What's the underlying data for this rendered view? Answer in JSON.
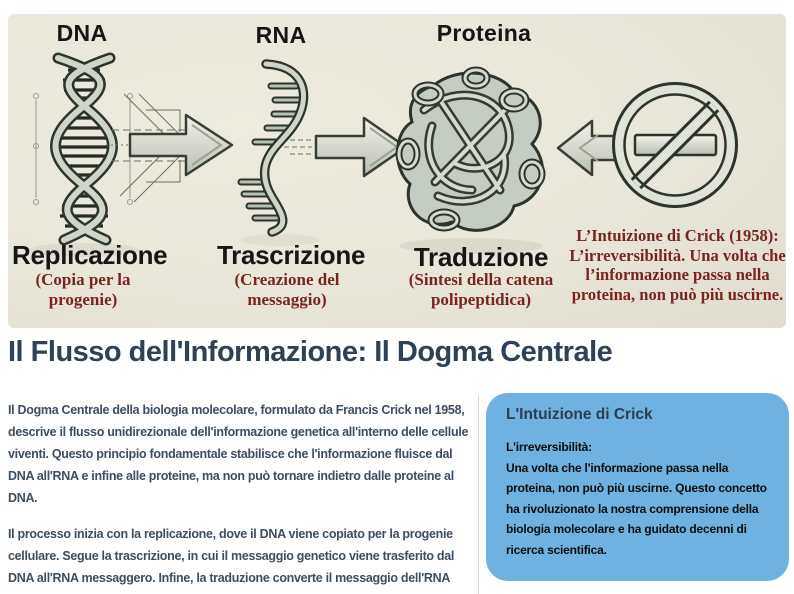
{
  "figure": {
    "molecules": [
      "DNA",
      "RNA",
      "Proteina"
    ],
    "processes": [
      {
        "name": "Replicazione",
        "detail": "(Copia per la progenie)"
      },
      {
        "name": "Trascrizione",
        "detail": "(Creazione del messaggio)"
      },
      {
        "name": "Traduzione",
        "detail": "(Sintesi della catena polipeptidica)"
      }
    ],
    "note": "L’Intuizione di Crick (1958): L’irreversibilità. Una volta che l’informazione passa nella proteina, non può più uscirne."
  },
  "heading": "Il Flusso dell'Informazione: Il Dogma Centrale",
  "paragraphs": [
    "Il Dogma Centrale della biologia molecolare, formulato da Francis Crick nel 1958, descrive il flusso unidirezionale dell'informazione genetica all'interno delle cellule viventi. Questo principio fondamentale stabilisce che l'informazione fluisce dal DNA all'RNA e infine alle proteine, ma non può tornare indietro dalle proteine al DNA.",
    "Il processo inizia con la replicazione, dove il DNA viene copiato per la progenie cellulare. Segue la trascrizione, in cui il messaggio genetico viene trasferito dal DNA all'RNA messaggero. Infine, la traduzione converte il messaggio dell'RNA nella sintesi della catena polipeptidica che formerà le proteine funzionali."
  ],
  "callout": {
    "title": "L'Intuizione di Crick",
    "label": "L'irreversibilità:",
    "body": "Una volta che l'informazione passa nella proteina, non può più uscirne. Questo concetto ha rivoluzionato la nostra comprensione della biologia molecolare e ha guidato decenni di ricerca scientifica."
  },
  "colors": {
    "figure_background": "#e9e6da",
    "figure_accent_red": "#7b2320",
    "heading_text": "#2e4156",
    "body_text": "#3d4e60",
    "callout_background": "#6fb1e1",
    "callout_title": "#2c3e50"
  }
}
